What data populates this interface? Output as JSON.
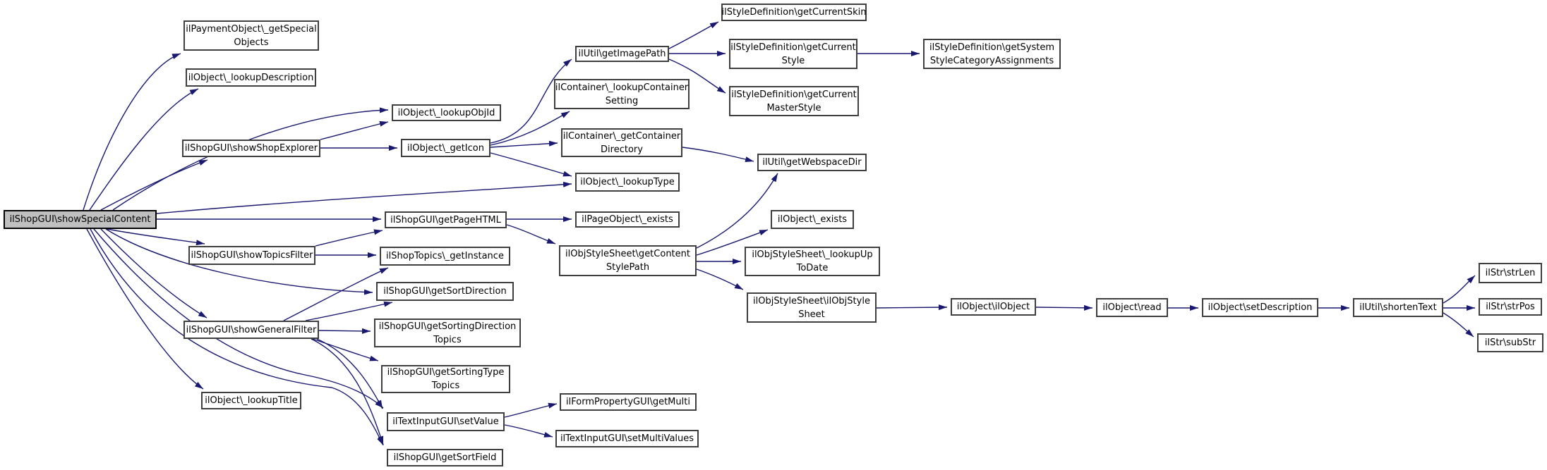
{
  "diagram": {
    "type": "call-graph",
    "background_color": "#ffffff",
    "edge_color": "#191970",
    "node_border_color": "#3f3f3f",
    "node_fill_color": "#ffffff",
    "root_fill_color": "#c0c0c0",
    "text_color": "#000000"
  },
  "nodes": {
    "root": {
      "label": "ilShopGUI\\showSpecialContent"
    },
    "getSpecialObjects": {
      "label": "ilPaymentObject\\_getSpecial\nObjects"
    },
    "lookupDescription": {
      "label": "ilObject\\_lookupDescription"
    },
    "showShopExplorer": {
      "label": "ilShopGUI\\showShopExplorer"
    },
    "showTopicsFilter": {
      "label": "ilShopGUI\\showTopicsFilter"
    },
    "showGeneralFilter": {
      "label": "ilShopGUI\\showGeneralFilter"
    },
    "lookupTitle": {
      "label": "ilObject\\_lookupTitle"
    },
    "lookupObjId": {
      "label": "ilObject\\_lookupObjId"
    },
    "getIcon": {
      "label": "ilObject\\_getIcon"
    },
    "getPageHTML": {
      "label": "ilShopGUI\\getPageHTML"
    },
    "getInstance": {
      "label": "ilShopTopics\\_getInstance"
    },
    "getSortDirection": {
      "label": "ilShopGUI\\getSortDirection"
    },
    "getSortingDirectionTopics": {
      "label": "ilShopGUI\\getSortingDirection\nTopics"
    },
    "getSortingTypeTopics": {
      "label": "ilShopGUI\\getSortingType\nTopics"
    },
    "setValue": {
      "label": "ilTextInputGUI\\setValue"
    },
    "getSortField": {
      "label": "ilShopGUI\\getSortField"
    },
    "getImagePath": {
      "label": "ilUtil\\getImagePath"
    },
    "lookupContainerSetting": {
      "label": "ilContainer\\_lookupContainer\nSetting"
    },
    "getContainerDirectory": {
      "label": "ilContainer\\_getContainer\nDirectory"
    },
    "lookupType": {
      "label": "ilObject\\_lookupType"
    },
    "pageExists": {
      "label": "ilPageObject\\_exists"
    },
    "getContentStylePath": {
      "label": "ilObjStyleSheet\\getContent\nStylePath"
    },
    "getMulti": {
      "label": "ilFormPropertyGUI\\getMulti"
    },
    "setMultiValues": {
      "label": "ilTextInputGUI\\setMultiValues"
    },
    "getCurrentSkin": {
      "label": "ilStyleDefinition\\getCurrentSkin"
    },
    "getCurrentStyle": {
      "label": "ilStyleDefinition\\getCurrent\nStyle"
    },
    "getCurrentMasterStyle": {
      "label": "ilStyleDefinition\\getCurrent\nMasterStyle"
    },
    "getSystemStyleCategoryAssignments": {
      "label": "ilStyleDefinition\\getSystem\nStyleCategoryAssignments"
    },
    "getWebspaceDir": {
      "label": "ilUtil\\getWebspaceDir"
    },
    "objectExists": {
      "label": "ilObject\\_exists"
    },
    "lookupUpToDate": {
      "label": "ilObjStyleSheet\\_lookupUp\nToDate"
    },
    "ilObjStyleSheet": {
      "label": "ilObjStyleSheet\\ilObjStyle\nSheet"
    },
    "ilObject": {
      "label": "ilObject\\ilObject"
    },
    "read": {
      "label": "ilObject\\read"
    },
    "setDescription": {
      "label": "ilObject\\setDescription"
    },
    "shortenText": {
      "label": "ilUtil\\shortenText"
    },
    "strLen": {
      "label": "ilStr\\strLen"
    },
    "strPos": {
      "label": "ilStr\\strPos"
    },
    "subStr": {
      "label": "ilStr\\subStr"
    }
  },
  "edges": [
    {
      "from": "root",
      "to": "getSpecialObjects"
    },
    {
      "from": "root",
      "to": "lookupDescription"
    },
    {
      "from": "root",
      "to": "lookupObjId"
    },
    {
      "from": "root",
      "to": "showShopExplorer"
    },
    {
      "from": "root",
      "to": "lookupType"
    },
    {
      "from": "root",
      "to": "getPageHTML"
    },
    {
      "from": "root",
      "to": "showTopicsFilter"
    },
    {
      "from": "root",
      "to": "getSortDirection"
    },
    {
      "from": "root",
      "to": "showGeneralFilter"
    },
    {
      "from": "root",
      "to": "lookupTitle"
    },
    {
      "from": "root",
      "to": "setValue"
    },
    {
      "from": "root",
      "to": "getSortField"
    },
    {
      "from": "showShopExplorer",
      "to": "lookupObjId"
    },
    {
      "from": "showShopExplorer",
      "to": "getIcon"
    },
    {
      "from": "getIcon",
      "to": "getImagePath"
    },
    {
      "from": "getIcon",
      "to": "lookupContainerSetting"
    },
    {
      "from": "getIcon",
      "to": "getContainerDirectory"
    },
    {
      "from": "getIcon",
      "to": "lookupType"
    },
    {
      "from": "getImagePath",
      "to": "getCurrentSkin"
    },
    {
      "from": "getImagePath",
      "to": "getCurrentStyle"
    },
    {
      "from": "getImagePath",
      "to": "getCurrentMasterStyle"
    },
    {
      "from": "getCurrentStyle",
      "to": "getSystemStyleCategoryAssignments"
    },
    {
      "from": "getContainerDirectory",
      "to": "getWebspaceDir"
    },
    {
      "from": "showTopicsFilter",
      "to": "getPageHTML"
    },
    {
      "from": "showTopicsFilter",
      "to": "getInstance"
    },
    {
      "from": "getPageHTML",
      "to": "pageExists"
    },
    {
      "from": "getPageHTML",
      "to": "getContentStylePath"
    },
    {
      "from": "showGeneralFilter",
      "to": "getInstance"
    },
    {
      "from": "showGeneralFilter",
      "to": "getSortDirection"
    },
    {
      "from": "showGeneralFilter",
      "to": "getSortingDirectionTopics"
    },
    {
      "from": "showGeneralFilter",
      "to": "getSortingTypeTopics"
    },
    {
      "from": "showGeneralFilter",
      "to": "setValue"
    },
    {
      "from": "showGeneralFilter",
      "to": "getSortField"
    },
    {
      "from": "setValue",
      "to": "getMulti"
    },
    {
      "from": "setValue",
      "to": "setMultiValues"
    },
    {
      "from": "getContentStylePath",
      "to": "getWebspaceDir"
    },
    {
      "from": "getContentStylePath",
      "to": "objectExists"
    },
    {
      "from": "getContentStylePath",
      "to": "lookupUpToDate"
    },
    {
      "from": "getContentStylePath",
      "to": "ilObjStyleSheet"
    },
    {
      "from": "ilObjStyleSheet",
      "to": "ilObject"
    },
    {
      "from": "ilObject",
      "to": "read"
    },
    {
      "from": "read",
      "to": "setDescription"
    },
    {
      "from": "setDescription",
      "to": "shortenText"
    },
    {
      "from": "shortenText",
      "to": "strLen"
    },
    {
      "from": "shortenText",
      "to": "strPos"
    },
    {
      "from": "shortenText",
      "to": "subStr"
    }
  ]
}
